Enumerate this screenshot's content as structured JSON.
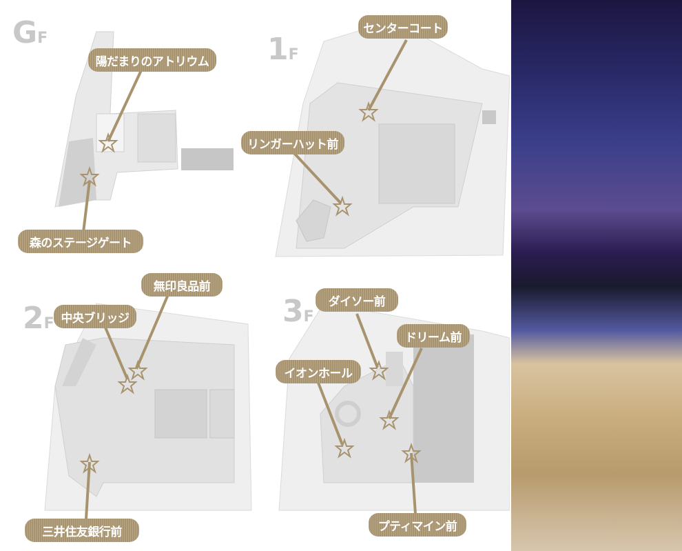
{
  "floors": [
    {
      "big": "G",
      "small": "F"
    },
    {
      "big": "1",
      "small": "F"
    },
    {
      "big": "2",
      "small": "F"
    },
    {
      "big": "3",
      "small": "F"
    }
  ],
  "callouts": {
    "gf_atrium": "陽だまりのアトリウム",
    "gf_stage_gate": "森のステージゲート",
    "f1_center_court": "センターコート",
    "f1_ringer_hut": "リンガーハット前",
    "f2_muji": "無印良品前",
    "f2_central_bridge": "中央ブリッジ",
    "f2_smbc": "三井住友銀行前",
    "f3_daiso": "ダイソー前",
    "f3_dream": "ドリーム前",
    "f3_aeon_hall": "イオンホール",
    "f3_pretty_main": "プティマイン前"
  },
  "colors": {
    "callout_bg": "#a8936f",
    "map_fill": "#e9e9e9",
    "map_line": "#cfcfcf",
    "map_block": "#c9c9c9",
    "floor_label": "#c8c8c8",
    "star": "#a8936f"
  }
}
